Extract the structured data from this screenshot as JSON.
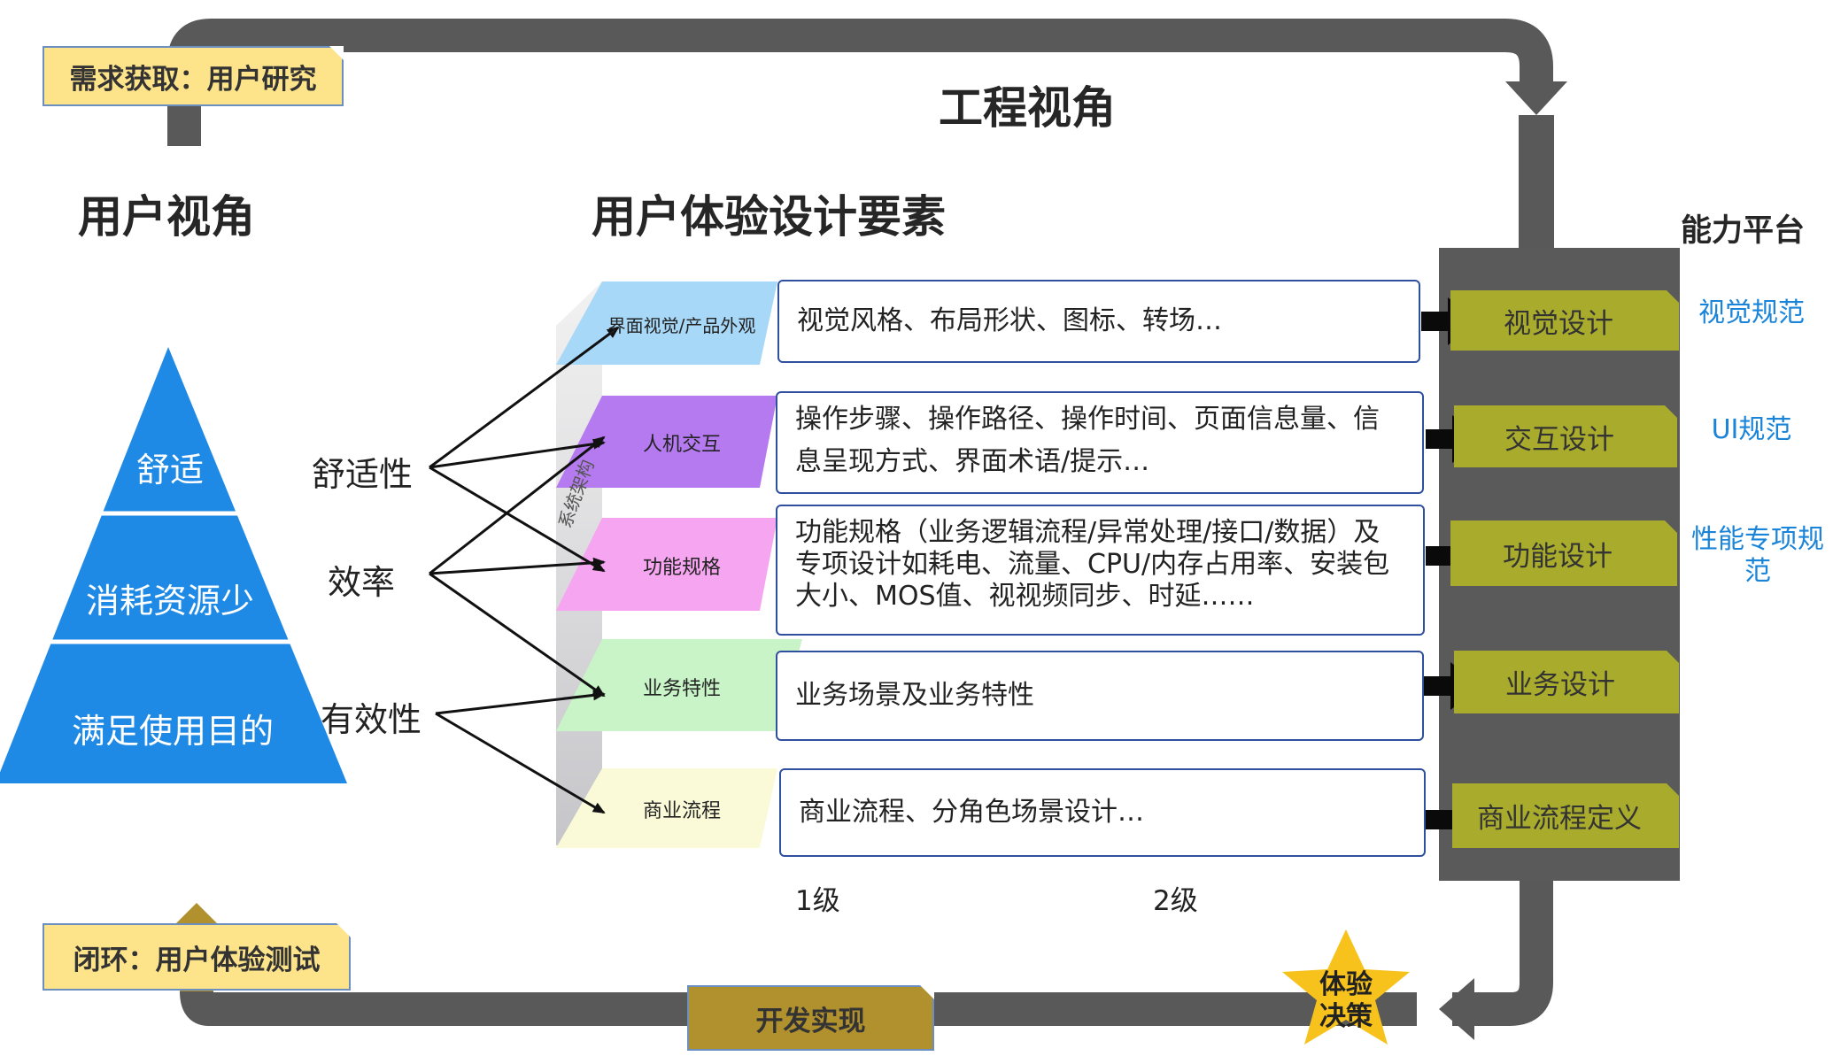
{
  "headings": {
    "engineering": "工程视角",
    "user": "用户视角",
    "ux_elements": "用户体验设计要素",
    "platform": "能力平台"
  },
  "notes": {
    "requirement": "需求获取：用户研究",
    "closed_loop": "闭环：用户体验测试",
    "development": "开发实现",
    "decision_line1": "体验",
    "decision_line2": "决策"
  },
  "pyramid": [
    "舒适",
    "消耗资源少",
    "满足使用目的"
  ],
  "attributes": [
    "舒适性",
    "效率",
    "有效性"
  ],
  "layers": [
    {
      "label": "界面视觉/产品外观",
      "description": "视觉风格、布局形状、图标、转场…",
      "capability": "视觉设计",
      "standard": "视觉规范",
      "color": "#a8d8f8"
    },
    {
      "label": "人机交互",
      "description": "操作步骤、操作路径、操作时间、页面信息量、信息呈现方式、界面术语/提示…",
      "capability": "交互设计",
      "standard": "UI规范",
      "color": "#b57af0"
    },
    {
      "label": "功能规格",
      "description": "功能规格（业务逻辑流程/异常处理/接口/数据）及专项设计如耗电、流量、CPU/内存占用率、安装包大小、MOS值、视视频同步、时延……",
      "capability": "功能设计",
      "standard": "性能专项规范",
      "color": "#f6a6f0"
    },
    {
      "label": "业务特性",
      "description": "业务场景及业务特性",
      "capability": "业务设计",
      "standard": "",
      "color": "#c8f4c8"
    },
    {
      "label": "商业流程",
      "description": "商业流程、分角色场景设计…",
      "capability": "商业流程定义",
      "standard": "",
      "color": "#fafad8"
    }
  ],
  "side_label": "系统架构",
  "levels": [
    "1级",
    "2级"
  ],
  "colors": {
    "loop": "#595959",
    "platform": "#5a5a5a",
    "capability": "#a8ab2b",
    "pyramid": "#1f8ae6",
    "note": "#fde38a",
    "dev_note": "#b1902e",
    "star": "#f7c21b",
    "standard_text": "#1a84d8"
  }
}
